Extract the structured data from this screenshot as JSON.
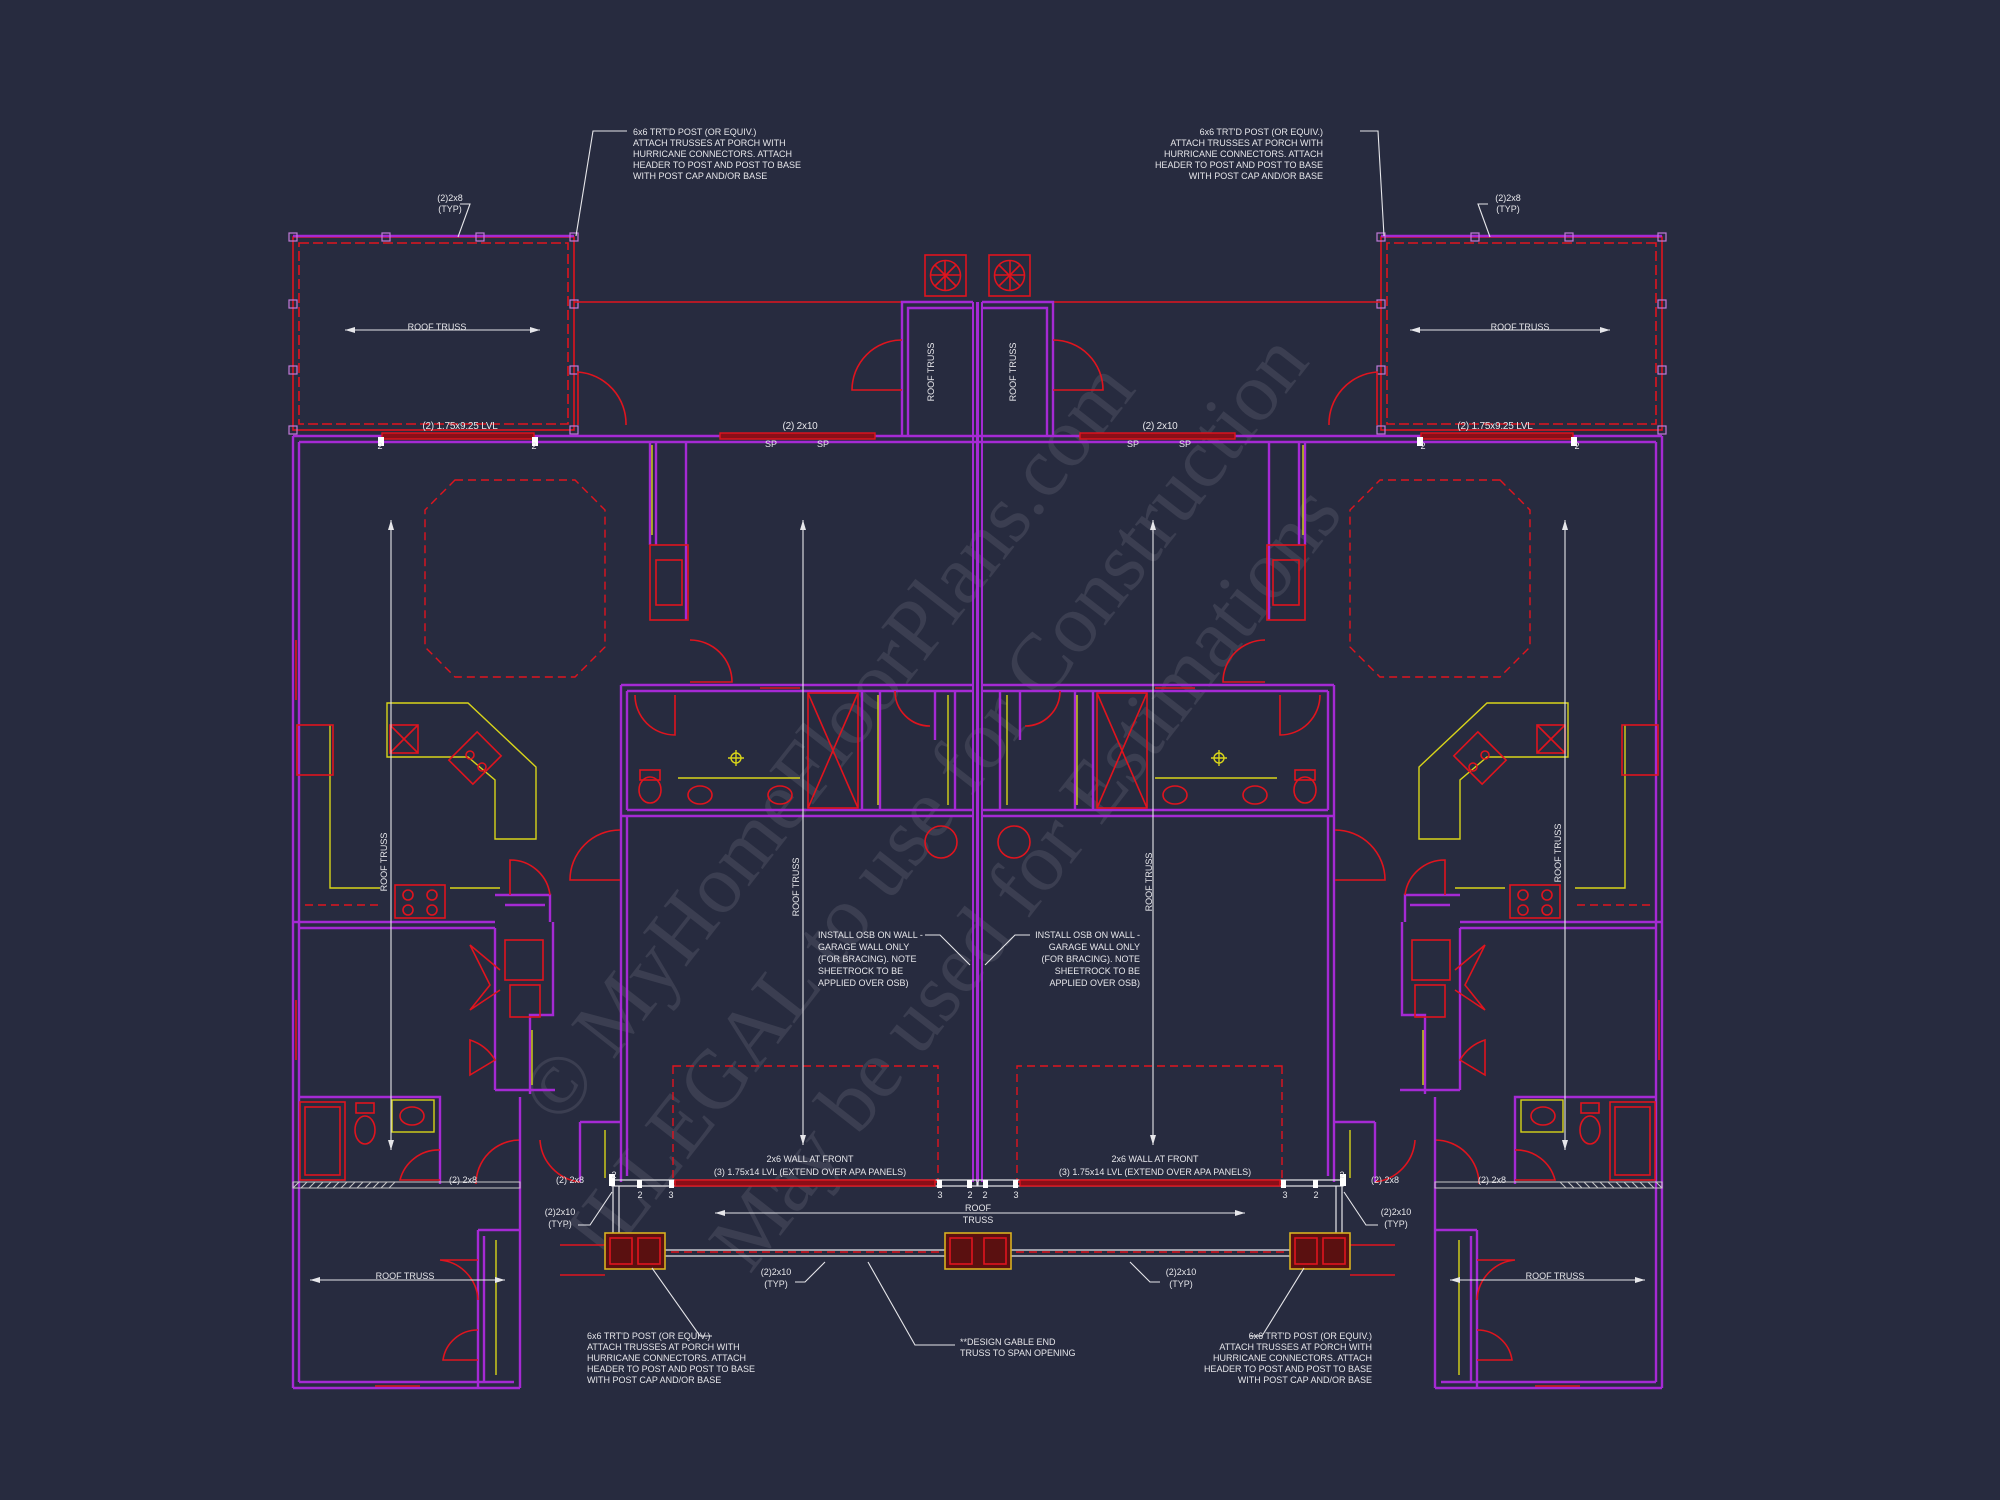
{
  "drawing": {
    "colors": {
      "background": "#272b3f",
      "walls": "#a52ad4",
      "framing": "#e0141e",
      "fixtures": "#d8d41a",
      "text": "#e6e6ea"
    },
    "porch_top": {
      "beam_label": "(2)2x8",
      "typ": "(TYP)",
      "roof_truss": "ROOF TRUSS"
    },
    "notes": {
      "post_top_left": [
        "6x6 TRT'D POST (OR EQUIV.)",
        "ATTACH TRUSSES AT PORCH WITH",
        "HURRICANE CONNECTORS. ATTACH",
        "HEADER TO POST AND POST TO BASE",
        "WITH POST CAP AND/OR BASE"
      ],
      "post_top_right": [
        "6x6 TRT'D POST (OR EQUIV.)",
        "ATTACH TRUSSES AT PORCH WITH",
        "HURRICANE CONNECTORS. ATTACH",
        "HEADER TO POST AND POST TO BASE",
        "WITH POST CAP AND/OR BASE"
      ],
      "post_bottom_left": [
        "6x6 TRT'D POST (OR EQUIV.)",
        "ATTACH TRUSSES AT PORCH WITH",
        "HURRICANE CONNECTORS. ATTACH",
        "HEADER TO POST AND POST TO BASE",
        "WITH POST CAP AND/OR BASE"
      ],
      "post_bottom_right": [
        "6x6 TRT'D POST (OR EQUIV.)",
        "ATTACH TRUSSES AT PORCH WITH",
        "HURRICANE CONNECTORS. ATTACH",
        "HEADER TO POST AND POST TO BASE",
        "WITH POST CAP AND/OR BASE"
      ],
      "osb_left": [
        "INSTALL OSB ON WALL -",
        "GARAGE WALL ONLY",
        "(FOR BRACING). NOTE",
        "SHEETROCK TO BE",
        "APPLIED OVER OSB)"
      ],
      "osb_right": [
        "INSTALL OSB ON WALL -",
        "GARAGE WALL ONLY",
        "(FOR BRACING). NOTE",
        "SHEETROCK TO BE",
        "APPLIED OVER OSB)"
      ],
      "gable": [
        "**DESIGN GABLE END",
        "TRUSS TO SPAN OPENING"
      ]
    },
    "headers": {
      "lvl_rear": "(2) 1.75x9.25 LVL",
      "rear_2x10": "(2) 2x10",
      "sp": "SP",
      "two": "2",
      "three": "3",
      "front_wall": "2x6 WALL AT FRONT",
      "front_lvl": "(3) 1.75x14 LVL (EXTEND OVER APA PANELS)",
      "side_2x8": "(2) 2x8",
      "porch_2x10": "(2)2x10",
      "typ": "(TYP)"
    },
    "roof_truss": "ROOF TRUSS",
    "roof": "ROOF",
    "truss": "TRUSS",
    "watermark": [
      "© MyHomeFloorPlans.com",
      "ILLEGAL to use for Construction",
      "May be used for Estimations"
    ]
  }
}
